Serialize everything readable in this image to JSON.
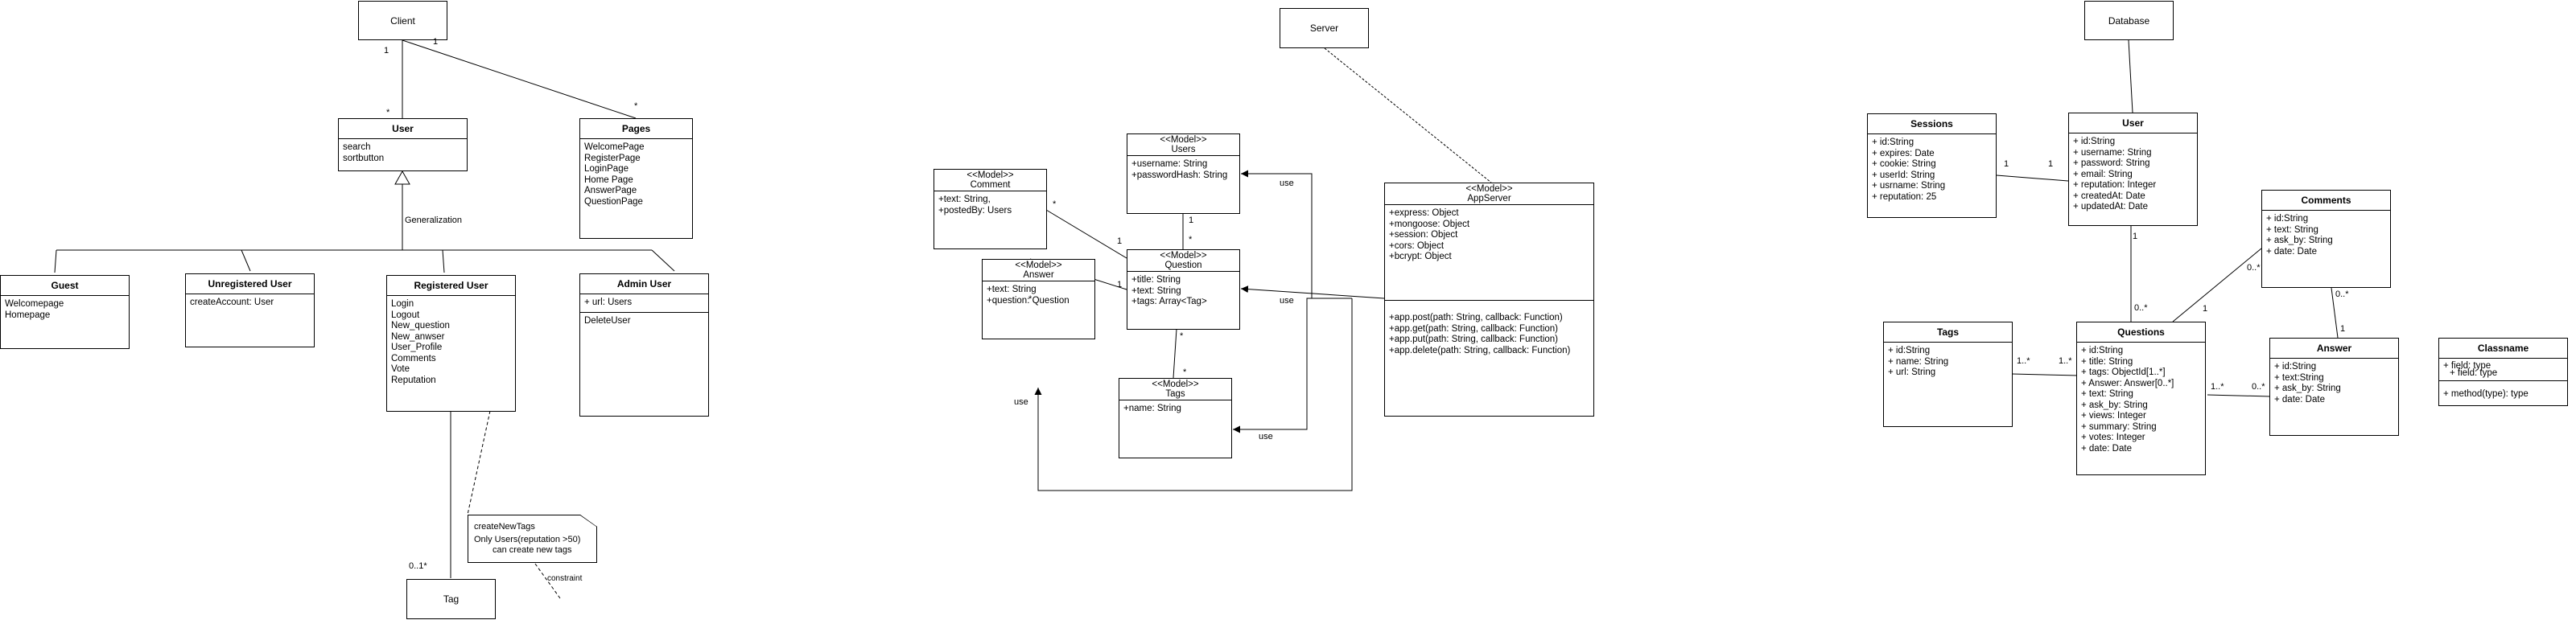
{
  "classes": {
    "client": {
      "name": "Client"
    },
    "user_client": {
      "name": "User",
      "attrs": [
        "search",
        "sortbutton"
      ]
    },
    "pages": {
      "name": "Pages",
      "attrs": [
        "WelcomePage",
        "RegisterPage",
        "LoginPage",
        "Home Page",
        "AnswerPage",
        "QuestionPage"
      ]
    },
    "guest": {
      "name": "Guest",
      "attrs": [
        "Welcomepage",
        "Homepage"
      ]
    },
    "unregistered_user": {
      "name": "Unregistered User",
      "attrs": [
        "createAccount: User"
      ]
    },
    "registered_user": {
      "name": "Registered User",
      "attrs": [
        "Login",
        "Logout",
        "New_question",
        "New_anwser",
        "User_Profile",
        "Comments",
        "Vote",
        "Reputation"
      ]
    },
    "admin_user": {
      "name": "Admin User",
      "attrs": [
        "+ url: Users"
      ],
      "methods": [
        "DeleteUser"
      ]
    },
    "tag": {
      "name": "Tag"
    },
    "server": {
      "name": "Server"
    },
    "model_users": {
      "stereotype": "<<Model>>",
      "name": "Users",
      "attrs": [
        "+username: String",
        "+passwordHash: String"
      ]
    },
    "model_comment": {
      "stereotype": "<<Model>>",
      "name": "Comment",
      "attrs": [
        "+text: String,",
        "+postedBy: Users"
      ]
    },
    "model_question": {
      "stereotype": "<<Model>>",
      "name": "Question",
      "attrs": [
        "+title: String",
        "+text: String",
        "+tags: Array<Tag>"
      ]
    },
    "model_answer": {
      "stereotype": "<<Model>>",
      "name": "Answer",
      "attrs": [
        "+text: String",
        "+question: Question"
      ]
    },
    "model_tags": {
      "stereotype": "<<Model>>",
      "name": "Tags",
      "attrs": [
        "+name: String"
      ]
    },
    "app_server": {
      "stereotype": "<<Model>>",
      "name": "AppServer",
      "attrs": [
        "+express: Object",
        "+mongoose: Object",
        "+session: Object",
        "+cors: Object",
        "+bcrypt: Object"
      ],
      "methods": [
        "+app.post(path: String, callback: Function)",
        "+app.get(path: String, callback: Function)",
        "+app.put(path: String, callback: Function)",
        "+app.delete(path: String, callback: Function)"
      ]
    },
    "database": {
      "name": "Database"
    },
    "sessions": {
      "name": "Sessions",
      "attrs": [
        "+ id:String",
        "+ expires: Date",
        "+ cookie: String",
        "+ userId: String",
        "+ usrname: String",
        "+ reputation: 25"
      ]
    },
    "db_user": {
      "name": "User",
      "attrs": [
        "+ id:String",
        "+ username: String",
        "+ password: String",
        "+ email: String",
        "+ reputation: Integer",
        "+ createdAt: Date",
        "+ updatedAt: Date"
      ]
    },
    "comments": {
      "name": "Comments",
      "attrs": [
        "+ id:String",
        "+ text: String",
        "+ ask_by: String",
        "+ date: Date"
      ]
    },
    "db_tags": {
      "name": "Tags",
      "attrs": [
        "+ id:String",
        "+ name: String",
        "+ url: String"
      ]
    },
    "questions": {
      "name": "Questions",
      "attrs": [
        "+ id:String",
        "+ title: String",
        "+ tags: ObjectId[1..*]",
        "+ Answer: Answer[0..*]",
        "+ text: String",
        "+ ask_by: String",
        "+ views: Integer",
        "+ summary: String",
        "+ votes: Integer",
        "+ date: Date"
      ]
    },
    "answer": {
      "name": "Answer",
      "attrs": [
        "+ id:String",
        "+ text:String",
        "+ ask_by: String",
        "+ date: Date"
      ]
    },
    "classname": {
      "name": "Classname",
      "attrs": [
        "+ field: type",
        "+ field: type"
      ],
      "methods": [
        "+ method(type): type"
      ]
    }
  },
  "note": {
    "lines": [
      "createNewTags",
      "Only Users(reputation >50)",
      "can create new tags"
    ]
  },
  "labels": {
    "generalization": "Generalization",
    "constraint": "constraint",
    "use": "use",
    "m_one": "1",
    "m_many": "*",
    "m_zero_one_many": "0..1*",
    "m_one_many": "1..*",
    "m_zero_many": "0..*"
  }
}
